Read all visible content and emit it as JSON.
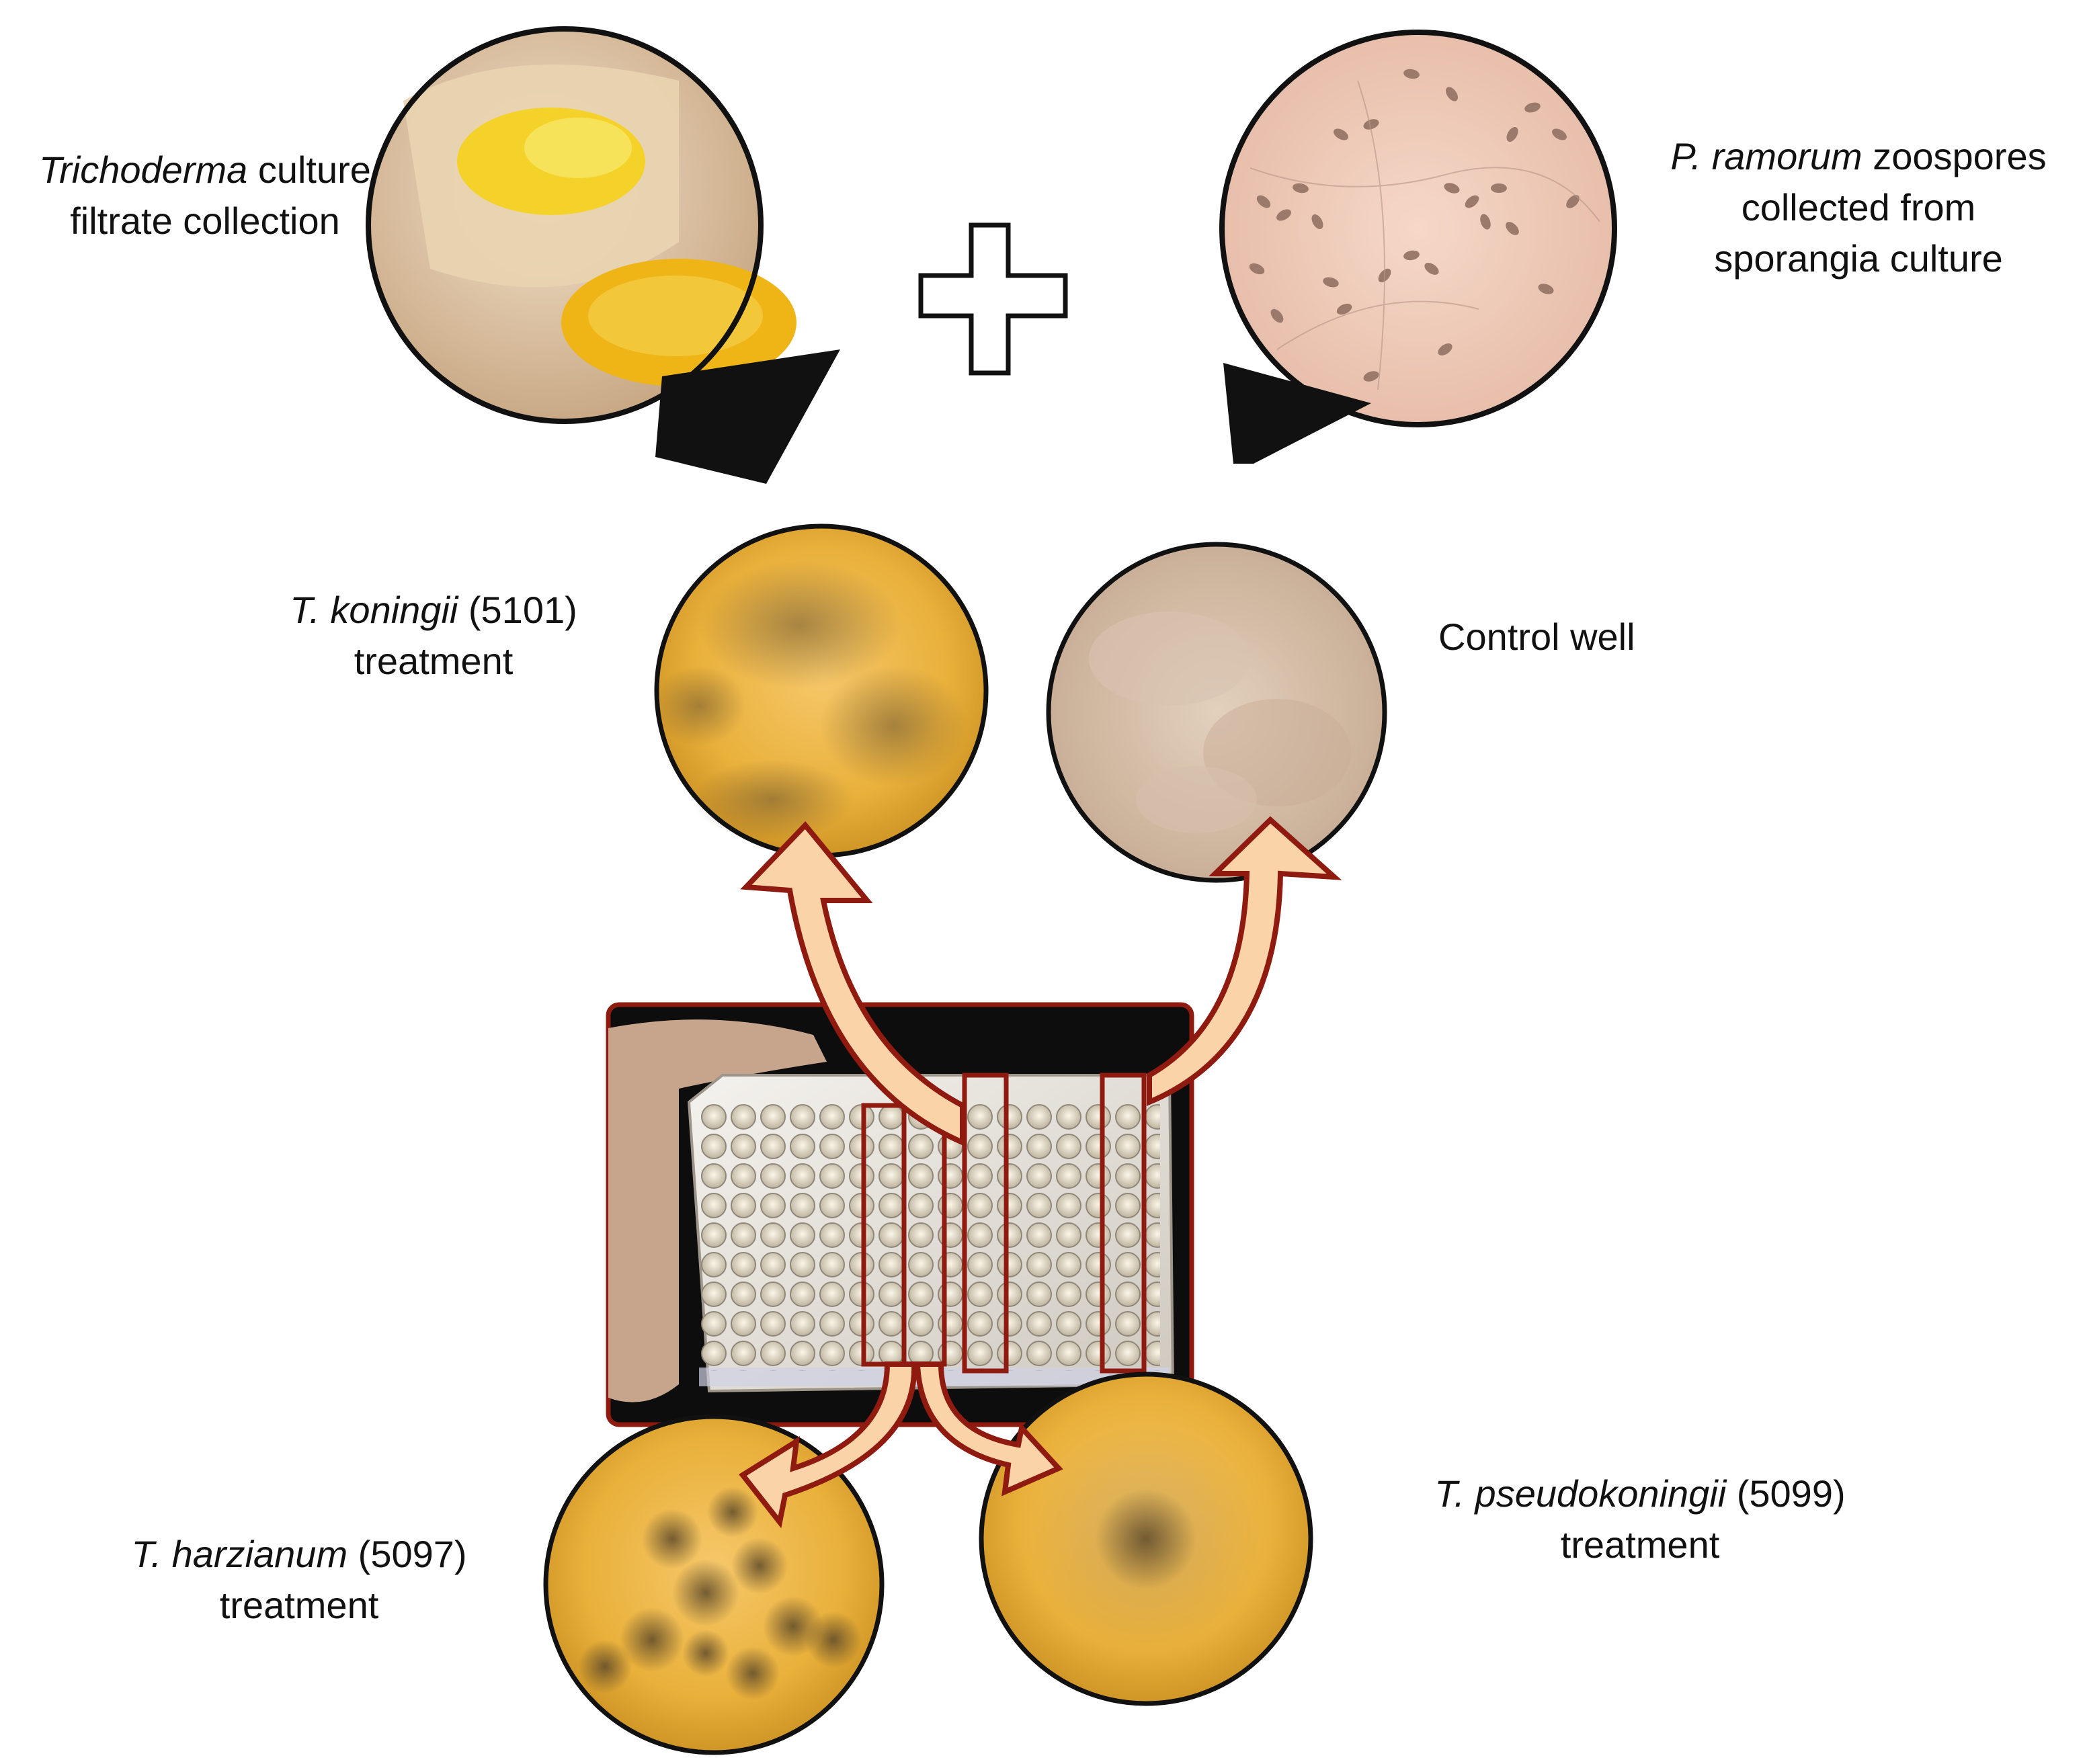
{
  "labels": {
    "filtrate": {
      "italic": "Trichoderma",
      "text1": " culture",
      "line2": "filtrate collection"
    },
    "zoospores": {
      "italic": "P. ramorum",
      "text1": " zoospores",
      "line2": "collected from",
      "line3": "sporangia culture"
    },
    "koningii": {
      "italic": "T. koningii",
      "text1": " (5101)",
      "line2": "treatment"
    },
    "control": {
      "line1": "Control well"
    },
    "harzianum": {
      "italic": "T. harzianum",
      "text1": " (5097)",
      "line2": "treatment"
    },
    "pseudokoningii": {
      "italic": "T. pseudokoningii",
      "text1": " (5099)",
      "line2": "treatment"
    }
  },
  "colors": {
    "outline": "#111111",
    "arrow_fill": "#fbd3a8",
    "arrow_stroke": "#8e1a10",
    "plate_frame": "#8e1a10",
    "culture_yellow": "#e9b03a",
    "control_tan": "#d6bfa8",
    "zoospore_bg": "#f1cdbb",
    "spore": "#9b7a6c"
  },
  "icons": [
    "plus-icon",
    "down-arrow-icon",
    "curved-arrow-icon"
  ]
}
